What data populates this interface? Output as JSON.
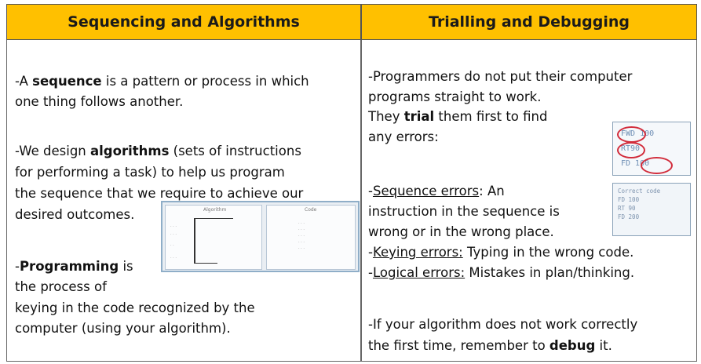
{
  "left": {
    "title": "Sequencing and Algorithms",
    "p1": {
      "a": "-A ",
      "bold": "sequence",
      "b": " is a pattern or process in which",
      "line2": "one thing follows another."
    },
    "p2": {
      "a": "-We design ",
      "bold": "algorithms",
      "b": " (sets of instructions",
      "line2": "for performing a task) to help us program",
      "line3": "the sequence that we require to achieve our",
      "line4": "desired outcomes."
    },
    "p3": {
      "a": "-",
      "bold": "Programming",
      "b": " is",
      "line2": "the process of",
      "line3": "keying in the code recognized by the",
      "line4": "computer (using your algorithm)."
    },
    "thumb": {
      "left_title": "Algorithm",
      "right_title": "Code"
    }
  },
  "right": {
    "title": "Trialling and Debugging",
    "p1": {
      "line1": "-Programmers do not put their computer",
      "line2": "programs straight to work.",
      "a": "They ",
      "bold": "trial",
      "b": " them first to find",
      "line4": "any errors:"
    },
    "p2": {
      "u": "Sequence errors",
      "rest": ": An",
      "line2": "instruction in the sequence is",
      "line3": "wrong or in the wrong place."
    },
    "p3": {
      "u": "Keying errors:",
      "rest": " Typing in the wrong code."
    },
    "p4": {
      "u": "Logical errors:",
      "rest": " Mistakes in plan/thinking."
    },
    "p5": {
      "line1": "-If your algorithm does not work correctly",
      "a": "the first time, remember to ",
      "bold": "debug",
      "b": " it."
    },
    "code_wrong": [
      "FWD 100",
      "RT90",
      "FD 100"
    ],
    "code_right": {
      "title": "Correct code",
      "lines": [
        "FD 100",
        "RT 90",
        "FD 200"
      ]
    }
  }
}
